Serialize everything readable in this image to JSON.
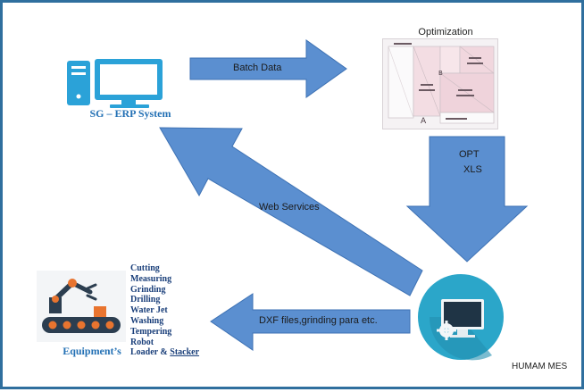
{
  "systems": {
    "erp": {
      "title": "SG – ERP System",
      "icon": "computer-icon"
    },
    "optimization": {
      "title": "Optimization",
      "icon": "glass-cutting-layout-icon"
    },
    "mes": {
      "title": "HUMAM MES",
      "icon": "monitor-gear-icon"
    },
    "equipment": {
      "title": "Equipment’s",
      "icon": "robot-arm-conveyor-icon"
    }
  },
  "flows": {
    "batch_data": "Batch Data",
    "opt_line1": "OPT",
    "opt_line2": "XLS",
    "web_services": "Web Services",
    "dxf_files": "DXF files,grinding para etc."
  },
  "equipment_list": [
    "Cutting",
    "Measuring",
    "Grinding",
    "Drilling",
    "Water Jet",
    "Washing",
    "Tempering",
    "Robot",
    "Loader & "
  ],
  "equipment_list_underlined": "Stacker",
  "optimization_labels": {
    "a": "A",
    "b": "B"
  },
  "colors": {
    "arrow_fill": "#5b8fd0",
    "arrow_stroke": "#3e72b4",
    "erp_blue": "#2471b5",
    "equipment_dark": "#1a3f7a",
    "mes_circle": "#2ba6c9",
    "frame": "#2f6f9e"
  }
}
